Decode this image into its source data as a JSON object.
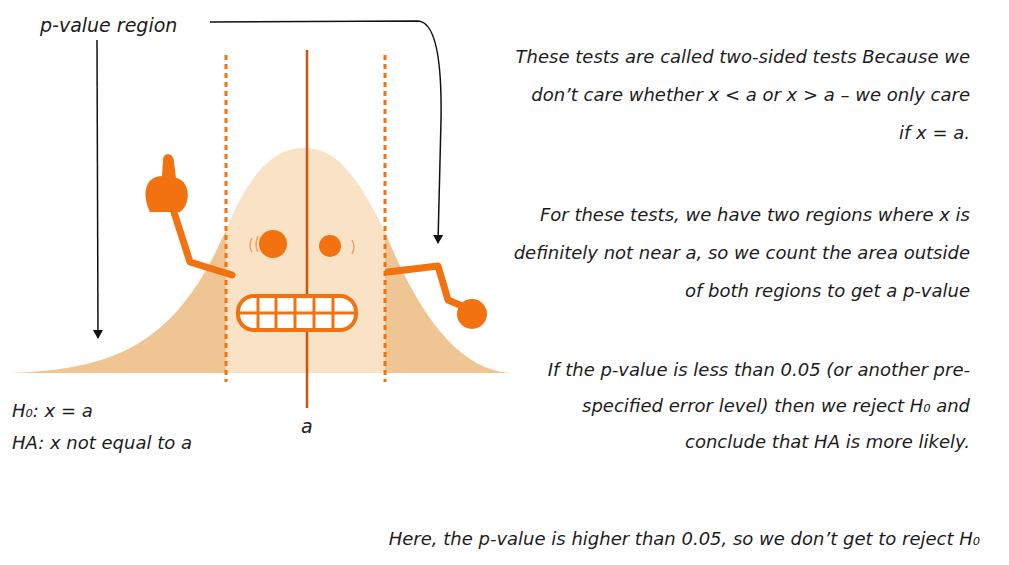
{
  "diagram": {
    "labels": [
      "p-value region",
      "H₀: x = a",
      "HA: x not equal to a",
      "a",
      "These tests are called two-sided tests Because we don’t care whether x < a or x > a – we only care if x = a.",
      "For these tests, we have two regions where x is definitely not near a, so we count the area outside of both regions to get a p-value",
      "If the p-value is less than 0.05 (or another pre-specified error level) then we reject H₀ and conclude that HA is more likely.",
      "Here, the p-value is higher than 0.05, so we don’t get to reject H₀"
    ]
  }
}
